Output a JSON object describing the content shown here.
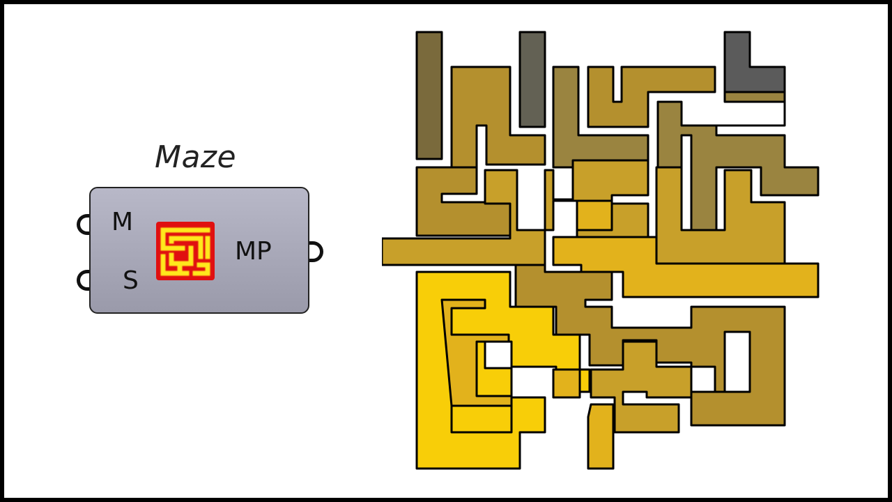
{
  "component": {
    "title": "Maze",
    "inputs": [
      "M",
      "S"
    ],
    "output": "MP",
    "icon": "maze-icon",
    "icon_colors": {
      "background": "#e01010",
      "path": "#ffe81a"
    }
  },
  "maze": {
    "stroke": "#000000",
    "colors": {
      "gray_dark": "#636154",
      "gray": "#5b5b5b",
      "olive": "#7a6a3c",
      "khaki": "#9a8440",
      "ochre": "#b4902e",
      "gold": "#c8a02a",
      "amber": "#e2b21c",
      "yellow": "#f8ce08"
    }
  }
}
